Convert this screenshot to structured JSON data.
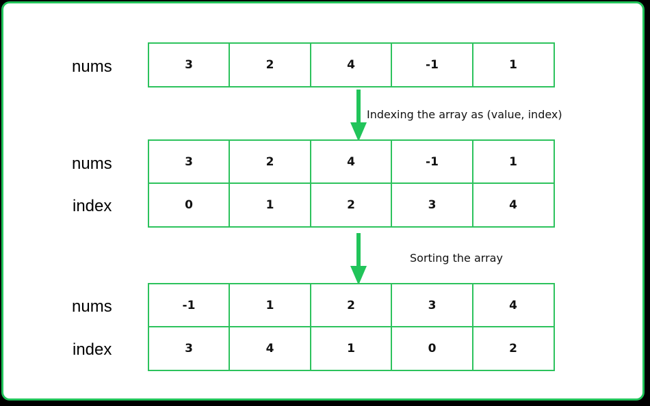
{
  "diagram": {
    "accent_color": "#21c45a",
    "step1": {
      "labels": [
        "nums"
      ],
      "rows": [
        [
          "3",
          "2",
          "4",
          "-1",
          "1"
        ]
      ]
    },
    "transition1": "Indexing the array as (value, index)",
    "step2": {
      "labels": [
        "nums",
        "index"
      ],
      "rows": [
        [
          "3",
          "2",
          "4",
          "-1",
          "1"
        ],
        [
          "0",
          "1",
          "2",
          "3",
          "4"
        ]
      ]
    },
    "transition2": "Sorting the array",
    "step3": {
      "labels": [
        "nums",
        "index"
      ],
      "rows": [
        [
          "-1",
          "1",
          "2",
          "3",
          "4"
        ],
        [
          "3",
          "4",
          "1",
          "0",
          "2"
        ]
      ]
    }
  }
}
